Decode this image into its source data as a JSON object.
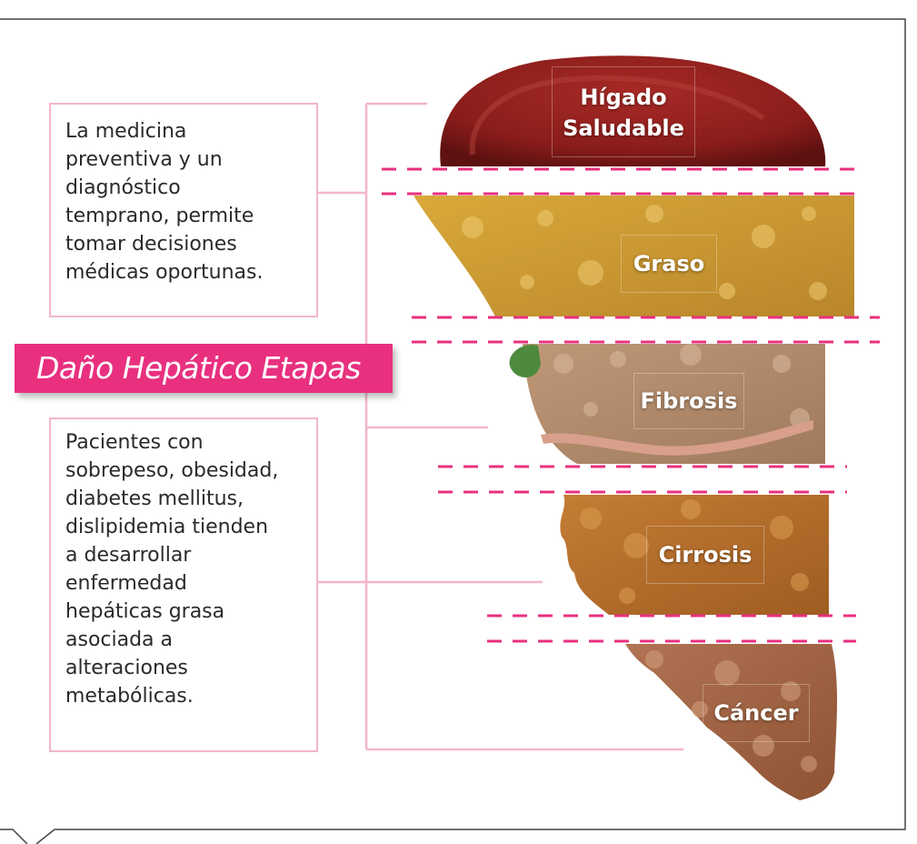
{
  "title": "Daño Hepático Etapas",
  "notes": {
    "top": "La medicina\npreventiva y un\ndiagnóstico\ntemprano, permite\ntomar decisiones\nmédicas oportunas.",
    "bottom": "Pacientes con\nsobrepeso, obesidad,\ndiabetes mellitus,\ndislipidemia tienden\na desarrollar\nenfermedad\nhepáticas grasa\nasociada a\nalteraciones\nmetabólicas."
  },
  "stages": [
    {
      "label": "Hígado\nSaludable",
      "color": "#8e1c1c"
    },
    {
      "label": "Graso",
      "color": "#c8952c"
    },
    {
      "label": "Fibrosis",
      "color": "#b0876b"
    },
    {
      "label": "Cirrosis",
      "color": "#b46a2c"
    },
    {
      "label": "Cáncer",
      "color": "#9c5d3a"
    }
  ],
  "colors": {
    "accent": "#e8307f",
    "connector": "#f2b6c8",
    "frame": "#444444"
  }
}
